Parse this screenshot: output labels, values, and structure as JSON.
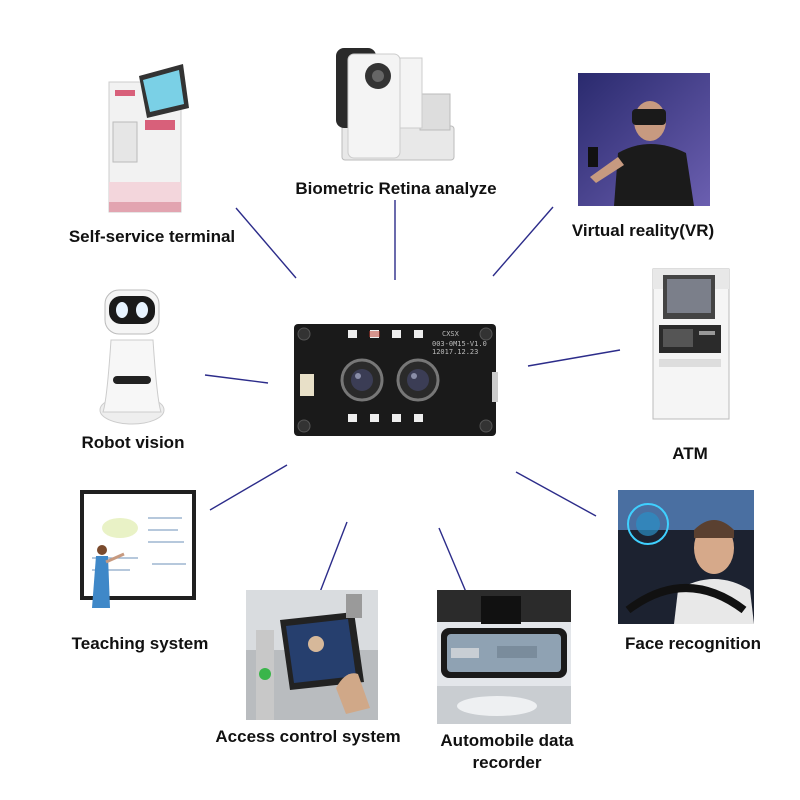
{
  "diagram": {
    "center": {
      "name": "binocular camera module",
      "board_text": [
        "CXSX",
        "003-0M15-V1.0",
        "12017.12.23"
      ]
    },
    "applications": [
      {
        "id": "self-service-terminal",
        "label": "Self-service terminal"
      },
      {
        "id": "biometric-retina",
        "label": "Biometric Retina analyze"
      },
      {
        "id": "virtual-reality",
        "label": "Virtual reality(VR)"
      },
      {
        "id": "robot-vision",
        "label": "Robot vision"
      },
      {
        "id": "atm",
        "label": "ATM"
      },
      {
        "id": "teaching-system",
        "label": "Teaching system"
      },
      {
        "id": "access-control",
        "label": "Access control system"
      },
      {
        "id": "automobile-recorder",
        "label_line1": "Automobile data",
        "label_line2": "recorder"
      },
      {
        "id": "face-recognition",
        "label": "Face recognition"
      }
    ],
    "colors": {
      "connector": "#2c2c8a",
      "board": "#1a1a1a",
      "label": "#111111"
    }
  }
}
